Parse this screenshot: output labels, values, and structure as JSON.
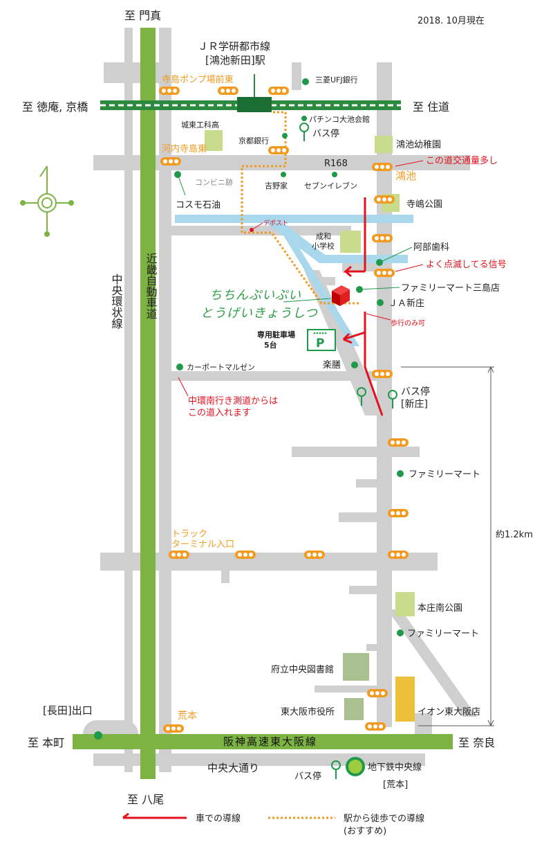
{
  "date_note": "2018. 10月現在",
  "directions": {
    "north": "至 門真",
    "south": "至 八尾",
    "west": "至 徳庵, 京橋",
    "east": "至 住道",
    "sw": "至 本町",
    "se": "至 奈良"
  },
  "station": {
    "line1": "ＪＲ学研都市線",
    "line2": "[鴻池新田]駅"
  },
  "highways": {
    "kinki": "近畿自動車道",
    "hanshin": "阪神高速東大阪線",
    "chuo_kanjo": "中央環状線"
  },
  "roads": {
    "r168": "R168",
    "chuo_odori": "中央大通り"
  },
  "intersections": {
    "terajima": "寺島ポンプ場前東",
    "kawachi": "河内寺島東",
    "konoike": "鴻池",
    "truck_line1": "トラック",
    "truck_line2": "ターミナル入口",
    "aramoto": "荒本",
    "nagata_exit": "[長田]出口"
  },
  "landmarks": {
    "mufg": "三菱UFJ銀行",
    "pachinko": "パチンコ大池会館",
    "bus_stop_north": "バス停",
    "joto_hs": "城東工科高",
    "kyoto_bank": "京都銀行",
    "konoike_kinder": "鴻池幼稚園",
    "conv_site": "コンビニ跡",
    "yoshinoya": "吉野家",
    "seven": "セブンイレブン",
    "cosmo": "コスモ石油",
    "terajima_park": "寺嶋公園",
    "depost": "デポスト",
    "seiwa1": "成和",
    "seiwa2": "小学校",
    "abe_dental": "阿部歯科",
    "famima_mishima": "ファミリーマート三島店",
    "ja": "ＪＡ新庄",
    "carport": "カーポートマルゼン",
    "rakuzen": "楽膳",
    "bus_shinjo1": "バス停",
    "bus_shinjo2": "[新庄]",
    "famima_2": "ファミリーマート",
    "honjo_park": "本庄南公園",
    "famima_3": "ファミリーマート",
    "library": "府立中央図書館",
    "city_office": "東大阪市役所",
    "aeon": "イオン東大阪店",
    "bus_south": "バス停",
    "subway1": "地下鉄中央線",
    "subway2": "[荒本]"
  },
  "notes": {
    "traffic_heavy": "この道交通量多し",
    "blinking": "よく点滅してる信号",
    "walk_only": "歩行のみ可",
    "side_road1": "中環南行き測道からは",
    "side_road2": "この道入れます",
    "distance": "約1.2km"
  },
  "target": {
    "name_line1": "ちちんぷいぷい",
    "name_line2": "とうげいきょうしつ"
  },
  "parking": {
    "title": "専用駐車場",
    "count": "5台",
    "sign": "P"
  },
  "legend": {
    "car": "車での導線",
    "walk1": "駅から徒歩での導線",
    "walk2": "(おすすめ)"
  },
  "colors": {
    "road": "#cfcfcf",
    "expressway": "#7cb342",
    "river": "#a9d8ec",
    "orange": "#f29a1f",
    "red": "#e4111e",
    "marker": "#1f9a4a",
    "park": "#c8dc8e",
    "aeon": "#eebf3a",
    "building": "#a9c090"
  }
}
